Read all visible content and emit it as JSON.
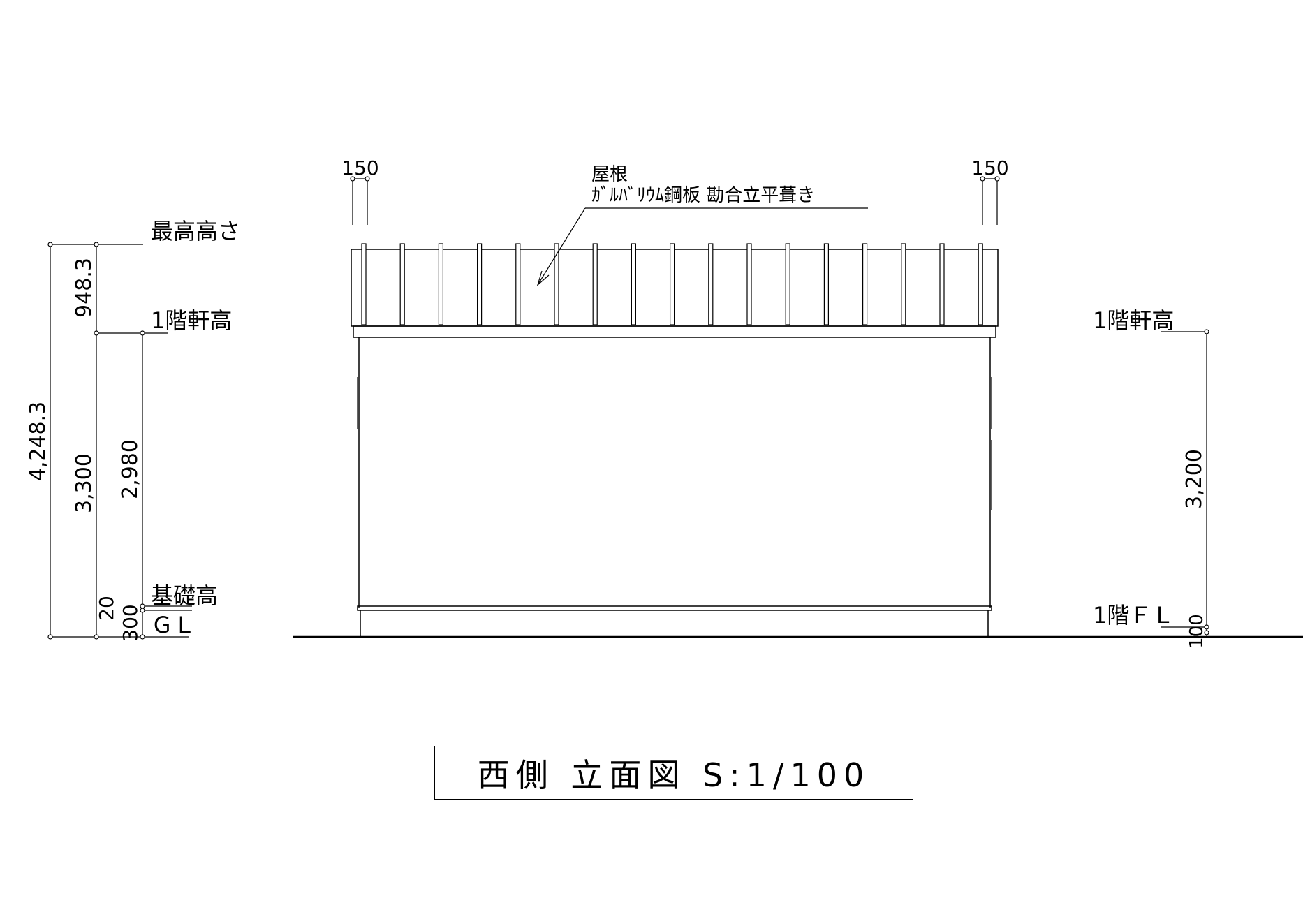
{
  "roof_note": {
    "line1": "屋根",
    "line2": "ｶﾞﾙﾊﾞﾘｳﾑ鋼板 勘合立平葺き"
  },
  "overhang_dims": {
    "left": "150",
    "right": "150"
  },
  "left_levels": {
    "max_height": "最高高さ",
    "eave_height": "1階軒高",
    "foundation_height": "基礎高",
    "gl": "ＧＬ"
  },
  "left_dims": {
    "total": "4,248.3",
    "roof": "948.3",
    "wall": "3,300",
    "inner": "2,980",
    "d20": "20",
    "d300": "300"
  },
  "right_levels": {
    "eave_height": "1階軒高",
    "floor_level": "1階ＦＬ"
  },
  "right_dims": {
    "wall": "3,200",
    "d100": "100"
  },
  "title": {
    "text": "西側 立面図 S:1/100"
  },
  "colors": {
    "line": "#000000",
    "background": "#ffffff"
  }
}
